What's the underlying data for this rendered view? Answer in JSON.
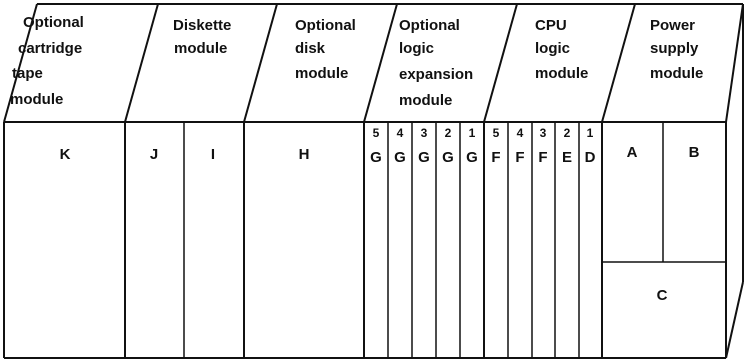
{
  "modules": {
    "tape": {
      "title_lines": [
        "Optional",
        "cartridge",
        "tape",
        "module"
      ],
      "slot": "K"
    },
    "diskette": {
      "title_lines": [
        "Diskette",
        "module"
      ],
      "slot_left": "J",
      "slot_right": "I"
    },
    "disk": {
      "title_lines": [
        "Optional",
        "disk",
        "module"
      ],
      "slot": "H"
    },
    "logic_expansion": {
      "title_lines": [
        "Optional",
        "logic",
        "expansion",
        "module"
      ],
      "positions": [
        {
          "number": "5",
          "letter": "G"
        },
        {
          "number": "4",
          "letter": "G"
        },
        {
          "number": "3",
          "letter": "G"
        },
        {
          "number": "2",
          "letter": "G"
        },
        {
          "number": "1",
          "letter": "G"
        }
      ]
    },
    "cpu_logic": {
      "title_lines": [
        "CPU",
        "logic",
        "module"
      ],
      "positions": [
        {
          "number": "5",
          "letter": "F"
        },
        {
          "number": "4",
          "letter": "F"
        },
        {
          "number": "3",
          "letter": "F"
        },
        {
          "number": "2",
          "letter": "E"
        },
        {
          "number": "1",
          "letter": "D"
        }
      ]
    },
    "power_supply": {
      "title_lines": [
        "Power",
        "supply",
        "module"
      ],
      "slot_a": "A",
      "slot_b": "B",
      "slot_c": "C"
    }
  }
}
